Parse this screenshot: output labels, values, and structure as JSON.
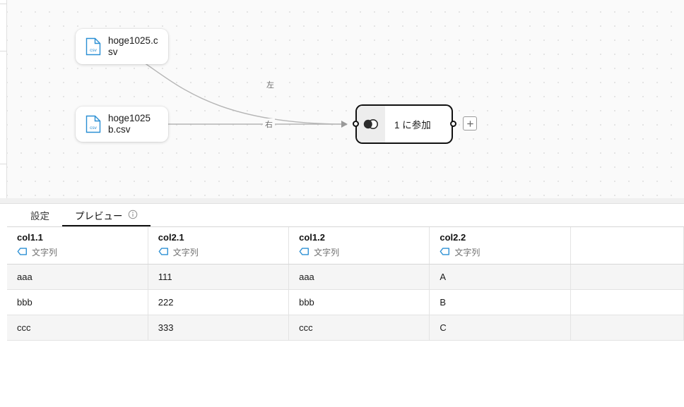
{
  "canvas": {
    "nodes": [
      {
        "id": "file1",
        "label": "hoge1025.csv",
        "icon": "csv-file-icon"
      },
      {
        "id": "file2",
        "label": "hoge1025b.csv",
        "icon": "csv-file-icon"
      }
    ],
    "join_node": {
      "title": "1 に参加",
      "icon": "join-venn-icon"
    },
    "edge_labels": {
      "left": "左",
      "right": "右"
    },
    "add_button": {
      "label": "+"
    }
  },
  "tabs": [
    {
      "id": "settings",
      "label": "設定",
      "active": false,
      "info_icon": false
    },
    {
      "id": "preview",
      "label": "プレビュー",
      "active": true,
      "info_icon": true
    }
  ],
  "table": {
    "type_label": "文字列",
    "type_icon": "string-type-icon",
    "columns": [
      "col1.1",
      "col2.1",
      "col1.2",
      "col2.2",
      ""
    ],
    "rows": [
      [
        "aaa",
        "111",
        "aaa",
        "A",
        ""
      ],
      [
        "bbb",
        "222",
        "bbb",
        "B",
        ""
      ],
      [
        "ccc",
        "333",
        "ccc",
        "C",
        ""
      ]
    ]
  },
  "colors": {
    "accent_blue": "#2a8fd4",
    "canvas_bg": "#fafafa",
    "active_tab": "#111111",
    "row_alt": "#f5f5f5"
  }
}
